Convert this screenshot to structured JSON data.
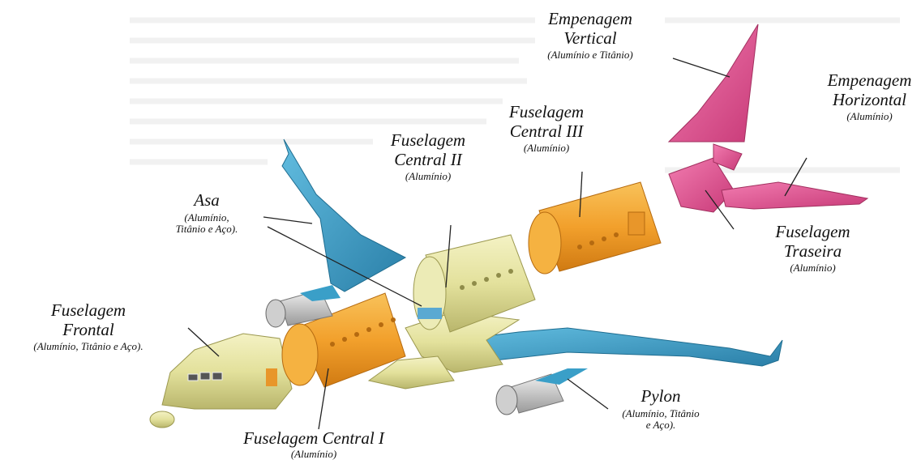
{
  "labels": {
    "asa": {
      "title": "Asa",
      "material_1": "(Alumínio,",
      "material_2": "Titânio e Aço)."
    },
    "fuselagem_frontal": {
      "title_1": "Fuselagem",
      "title_2": "Frontal",
      "material": "(Alumínio, Titânio e Aço)."
    },
    "fuselagem_central_1": {
      "title": "Fuselagem Central I",
      "material": "(Alumínio)"
    },
    "fuselagem_central_2": {
      "title_1": "Fuselagem",
      "title_2": "Central II",
      "material": "(Alumínio)"
    },
    "fuselagem_central_3": {
      "title_1": "Fuselagem",
      "title_2": "Central III",
      "material": "(Alumínio)"
    },
    "empenagem_vertical": {
      "title_1": "Empenagem",
      "title_2": "Vertical",
      "material": "(Alumínio e Titânio)"
    },
    "empenagem_horizontal": {
      "title_1": "Empenagem",
      "title_2": "Horizontal",
      "material": "(Alumínio)"
    },
    "fuselagem_traseira": {
      "title_1": "Fuselagem",
      "title_2": "Traseira",
      "material": "(Alumínio)"
    },
    "pylon": {
      "title": "Pylon",
      "material_1": "(Alumínio, Titânio",
      "material_2": "e Aço)."
    }
  },
  "colors": {
    "fuselage_cream": "#e6e4a2",
    "fuselage_orange": "#f2a02c",
    "wing_blue": "#3a9fc8",
    "tail_pink": "#e6508e",
    "leader_line": "#222222"
  }
}
